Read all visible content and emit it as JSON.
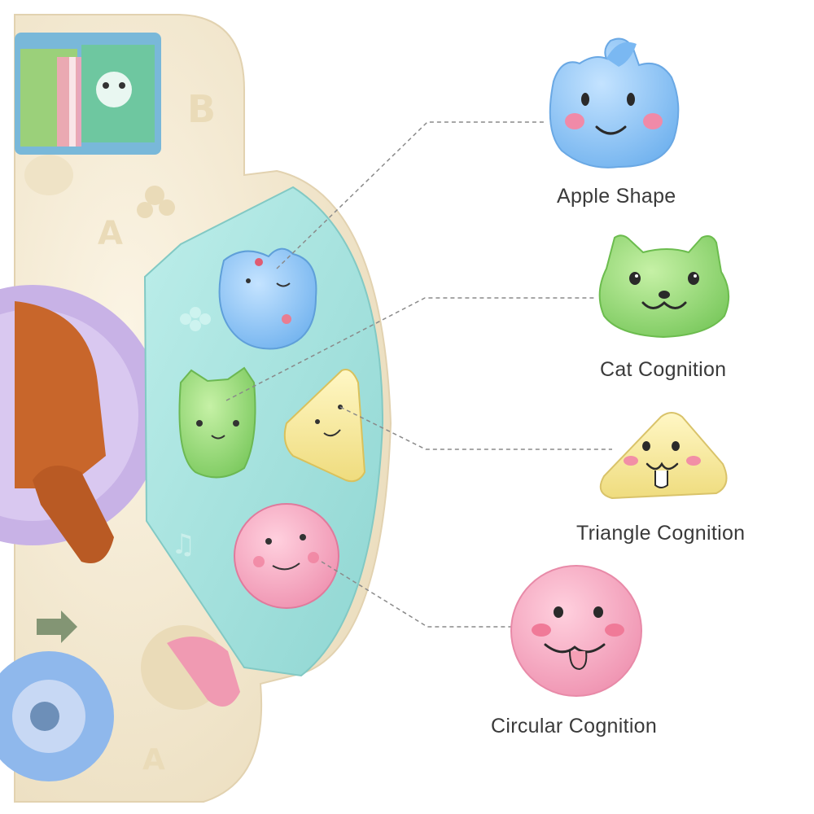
{
  "labels": {
    "apple": "Apple Shape",
    "cat": "Cat Cognition",
    "triangle": "Triangle Cognition",
    "circle": "Circular Cognition"
  },
  "colors": {
    "toy_body": "#f6ecd6",
    "panel": "#a9e3df",
    "apple": "#8fc6f4",
    "cat": "#95d878",
    "triangle": "#f6eaa0",
    "circle": "#f4a6bf",
    "cheek": "#f58aa0",
    "leader_line": "#8a8a8a"
  },
  "icons": [
    "apple-shape-icon",
    "cat-face-icon",
    "triangle-face-icon",
    "circle-face-icon"
  ]
}
